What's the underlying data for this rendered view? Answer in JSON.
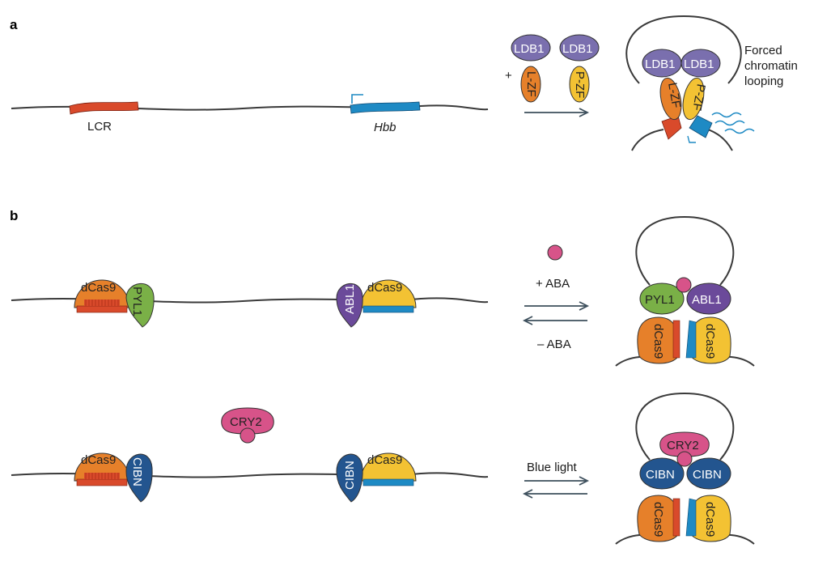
{
  "panels": {
    "a": "a",
    "b": "b"
  },
  "panel_a": {
    "lcr": "LCR",
    "hbb": "Hbb",
    "plus": "+",
    "ldb1": "LDB1",
    "lzf": "L-ZF",
    "pzf": "P-ZF",
    "caption": [
      "Forced",
      "chromatin",
      "looping"
    ]
  },
  "panel_b": {
    "dcas9": "dCas9",
    "pyl1": "PYL1",
    "abl1": "ABL1",
    "cry2": "CRY2",
    "cibn": "CIBN",
    "plus_aba": "+ ABA",
    "minus_aba": "– ABA",
    "blue_light": "Blue light"
  },
  "colors": {
    "lcr_red": "#d94a2b",
    "hbb_blue": "#1e8ac4",
    "ldb1_purple": "#7a6fae",
    "lzf_orange": "#e6802a",
    "pzf_yellow": "#f3c233",
    "pyl1_green": "#7ab047",
    "abl1_purple": "#6b4a9a",
    "cibn_blue": "#23558f",
    "cry2_pink": "#d75389",
    "arrow": "#3d4f5c"
  }
}
